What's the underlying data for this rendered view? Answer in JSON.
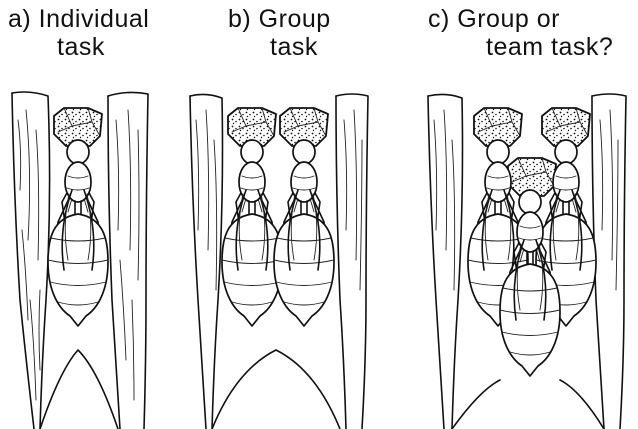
{
  "panels": [
    {
      "id": "a",
      "label_line1": "a) Individual",
      "label_line2": "task"
    },
    {
      "id": "b",
      "label_line1": "b) Group",
      "label_line2": "task"
    },
    {
      "id": "c",
      "label_line1": "c) Group or",
      "label_line2": "team task?"
    }
  ],
  "colors": {
    "ink": "#111111",
    "background": "#ffffff"
  }
}
